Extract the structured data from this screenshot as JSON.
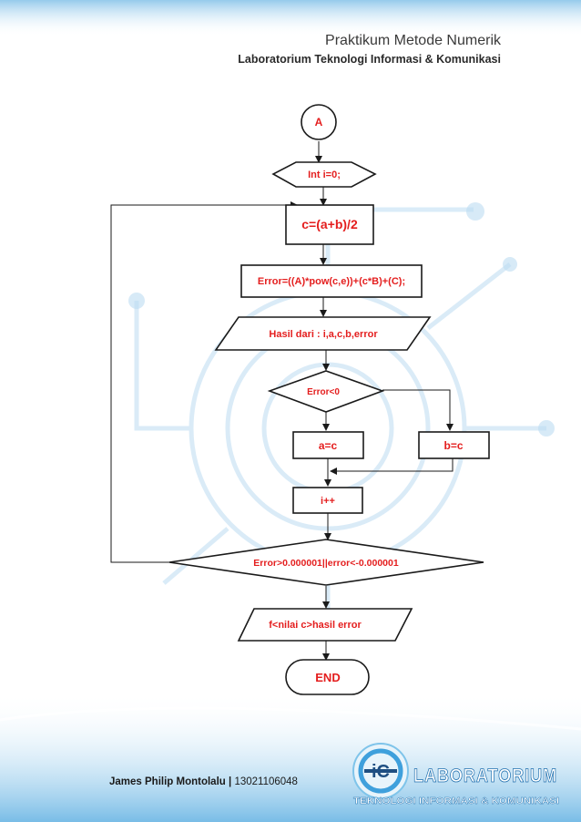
{
  "header": {
    "title": "Praktikum Metode Numerik",
    "subtitle": "Laboratorium Teknologi Informasi & Komunikasi"
  },
  "flowchart": {
    "connector_a": "A",
    "init": "Int i=0;",
    "calc_c": "c=(a+b)/2",
    "calc_error": "Error=((A)*pow(c,e))+(c*B)+(C);",
    "output_hasil": "Hasil dari :  i,a,c,b,error",
    "decision_error": "Error<0",
    "assign_a": "a=c",
    "assign_b": "b=c",
    "increment": "i++",
    "loop_condition": "Error>0.000001||error<-0.000001",
    "output_final": "f<nilai c>hasil error",
    "end": "END"
  },
  "footer": {
    "author_name": "James Philip Montolalu",
    "separator": "|",
    "author_id": "13021106048"
  },
  "logo": {
    "initials": "iC",
    "line1": "LABORATORIUM",
    "line2": "TEKNOLOGI INFORMASI & KOMUNIKASI"
  },
  "colors": {
    "text_accent": "#e41e1e",
    "shape_border": "#1a1a1a",
    "decor_blue": "#3fa0dc",
    "decor_light": "#cfe6f5"
  }
}
